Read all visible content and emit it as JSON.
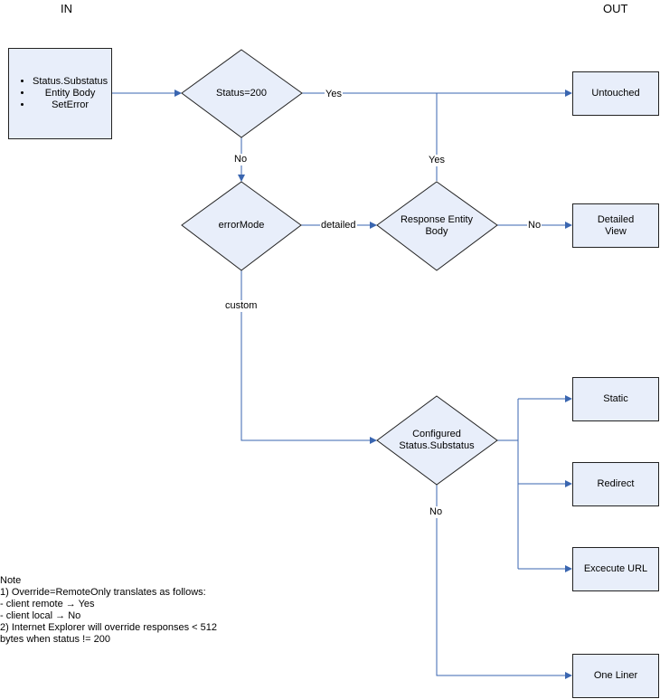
{
  "headers": {
    "in": "IN",
    "out": "OUT"
  },
  "input_box": {
    "items": [
      "Status.Substatus",
      "Entity Body",
      "SetError"
    ]
  },
  "decisions": {
    "status_200": "Status=200",
    "error_mode": "errorMode",
    "response_entity_body": "Response Entity Body",
    "configured_status": "Configured Status.Substatus"
  },
  "outputs": {
    "untouched": "Untouched",
    "detailed_view": "Detailed View",
    "static": "Static",
    "redirect": "Redirect",
    "execute_url": "Excecute URL",
    "one_liner": "One Liner"
  },
  "edge_labels": {
    "yes_top": "Yes",
    "no_status": "No",
    "yes_response": "Yes",
    "detailed": "detailed",
    "no_response": "No",
    "custom": "custom",
    "no_configured": "No"
  },
  "note": {
    "title": "Note",
    "line1": "1) Override=RemoteOnly translates as follows:",
    "line2": "- client remote → Yes",
    "line3": "- client local → No",
    "line4": "2) Internet Explorer will override responses < 512",
    "line5": "bytes when status != 200"
  }
}
